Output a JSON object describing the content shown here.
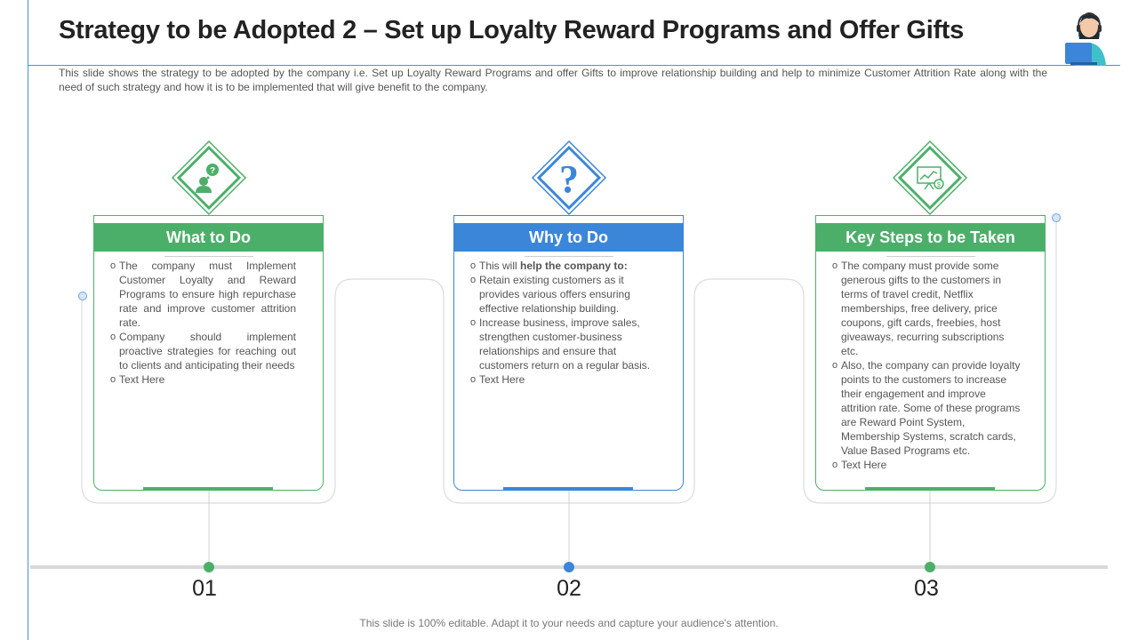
{
  "slide": {
    "title": "Strategy to be Adopted 2 – Set up Loyalty Reward Programs and Offer Gifts",
    "subtitle": "This slide shows the strategy to be adopted by the company i.e. Set up Loyalty Reward  Programs and offer Gifts to improve  relationship building and help to minimize Customer Attrition Rate along with the need of such strategy and how it is to be implemented that will give  benefit  to the company.",
    "footer": "This slide is 100% editable. Adapt it to your needs and capture your audience's attention."
  },
  "colors": {
    "green": "#4caf69",
    "blue": "#3b86d8",
    "rule": "#4a90d9"
  },
  "cards": [
    {
      "header": "What to Do",
      "icon": "person-question-icon",
      "step": "01",
      "items": [
        "The company must Implement Customer Loyalty and Reward Programs to ensure high repurchase rate and improve customer attrition rate.",
        "Company should implement proactive strategies for reaching out to clients and anticipating their needs",
        "Text Here"
      ]
    },
    {
      "header": "Why to Do",
      "icon": "question-mark-icon",
      "step": "02",
      "intro_plain": "This will ",
      "intro_bold": "help the company to:",
      "items": [
        "Retain existing customers as it provides various offers ensuring effective relationship building.",
        "Increase business, improve sales, strengthen customer-business relationships and ensure that customers return on a regular basis.",
        "Text Here"
      ]
    },
    {
      "header": "Key Steps to be Taken",
      "icon": "presentation-chart-icon",
      "step": "03",
      "items": [
        "The company must provide  some generous gifts to the customers in terms of travel credit, Netflix memberships, free delivery, price coupons, gift cards, freebies, host giveaways, recurring subscriptions etc.",
        "Also, the company can provide loyalty points to the customers to increase their engagement and improve attrition rate. Some of these programs are Reward Point System, Membership Systems, scratch cards, Value Based Programs etc.",
        "Text Here"
      ]
    }
  ]
}
